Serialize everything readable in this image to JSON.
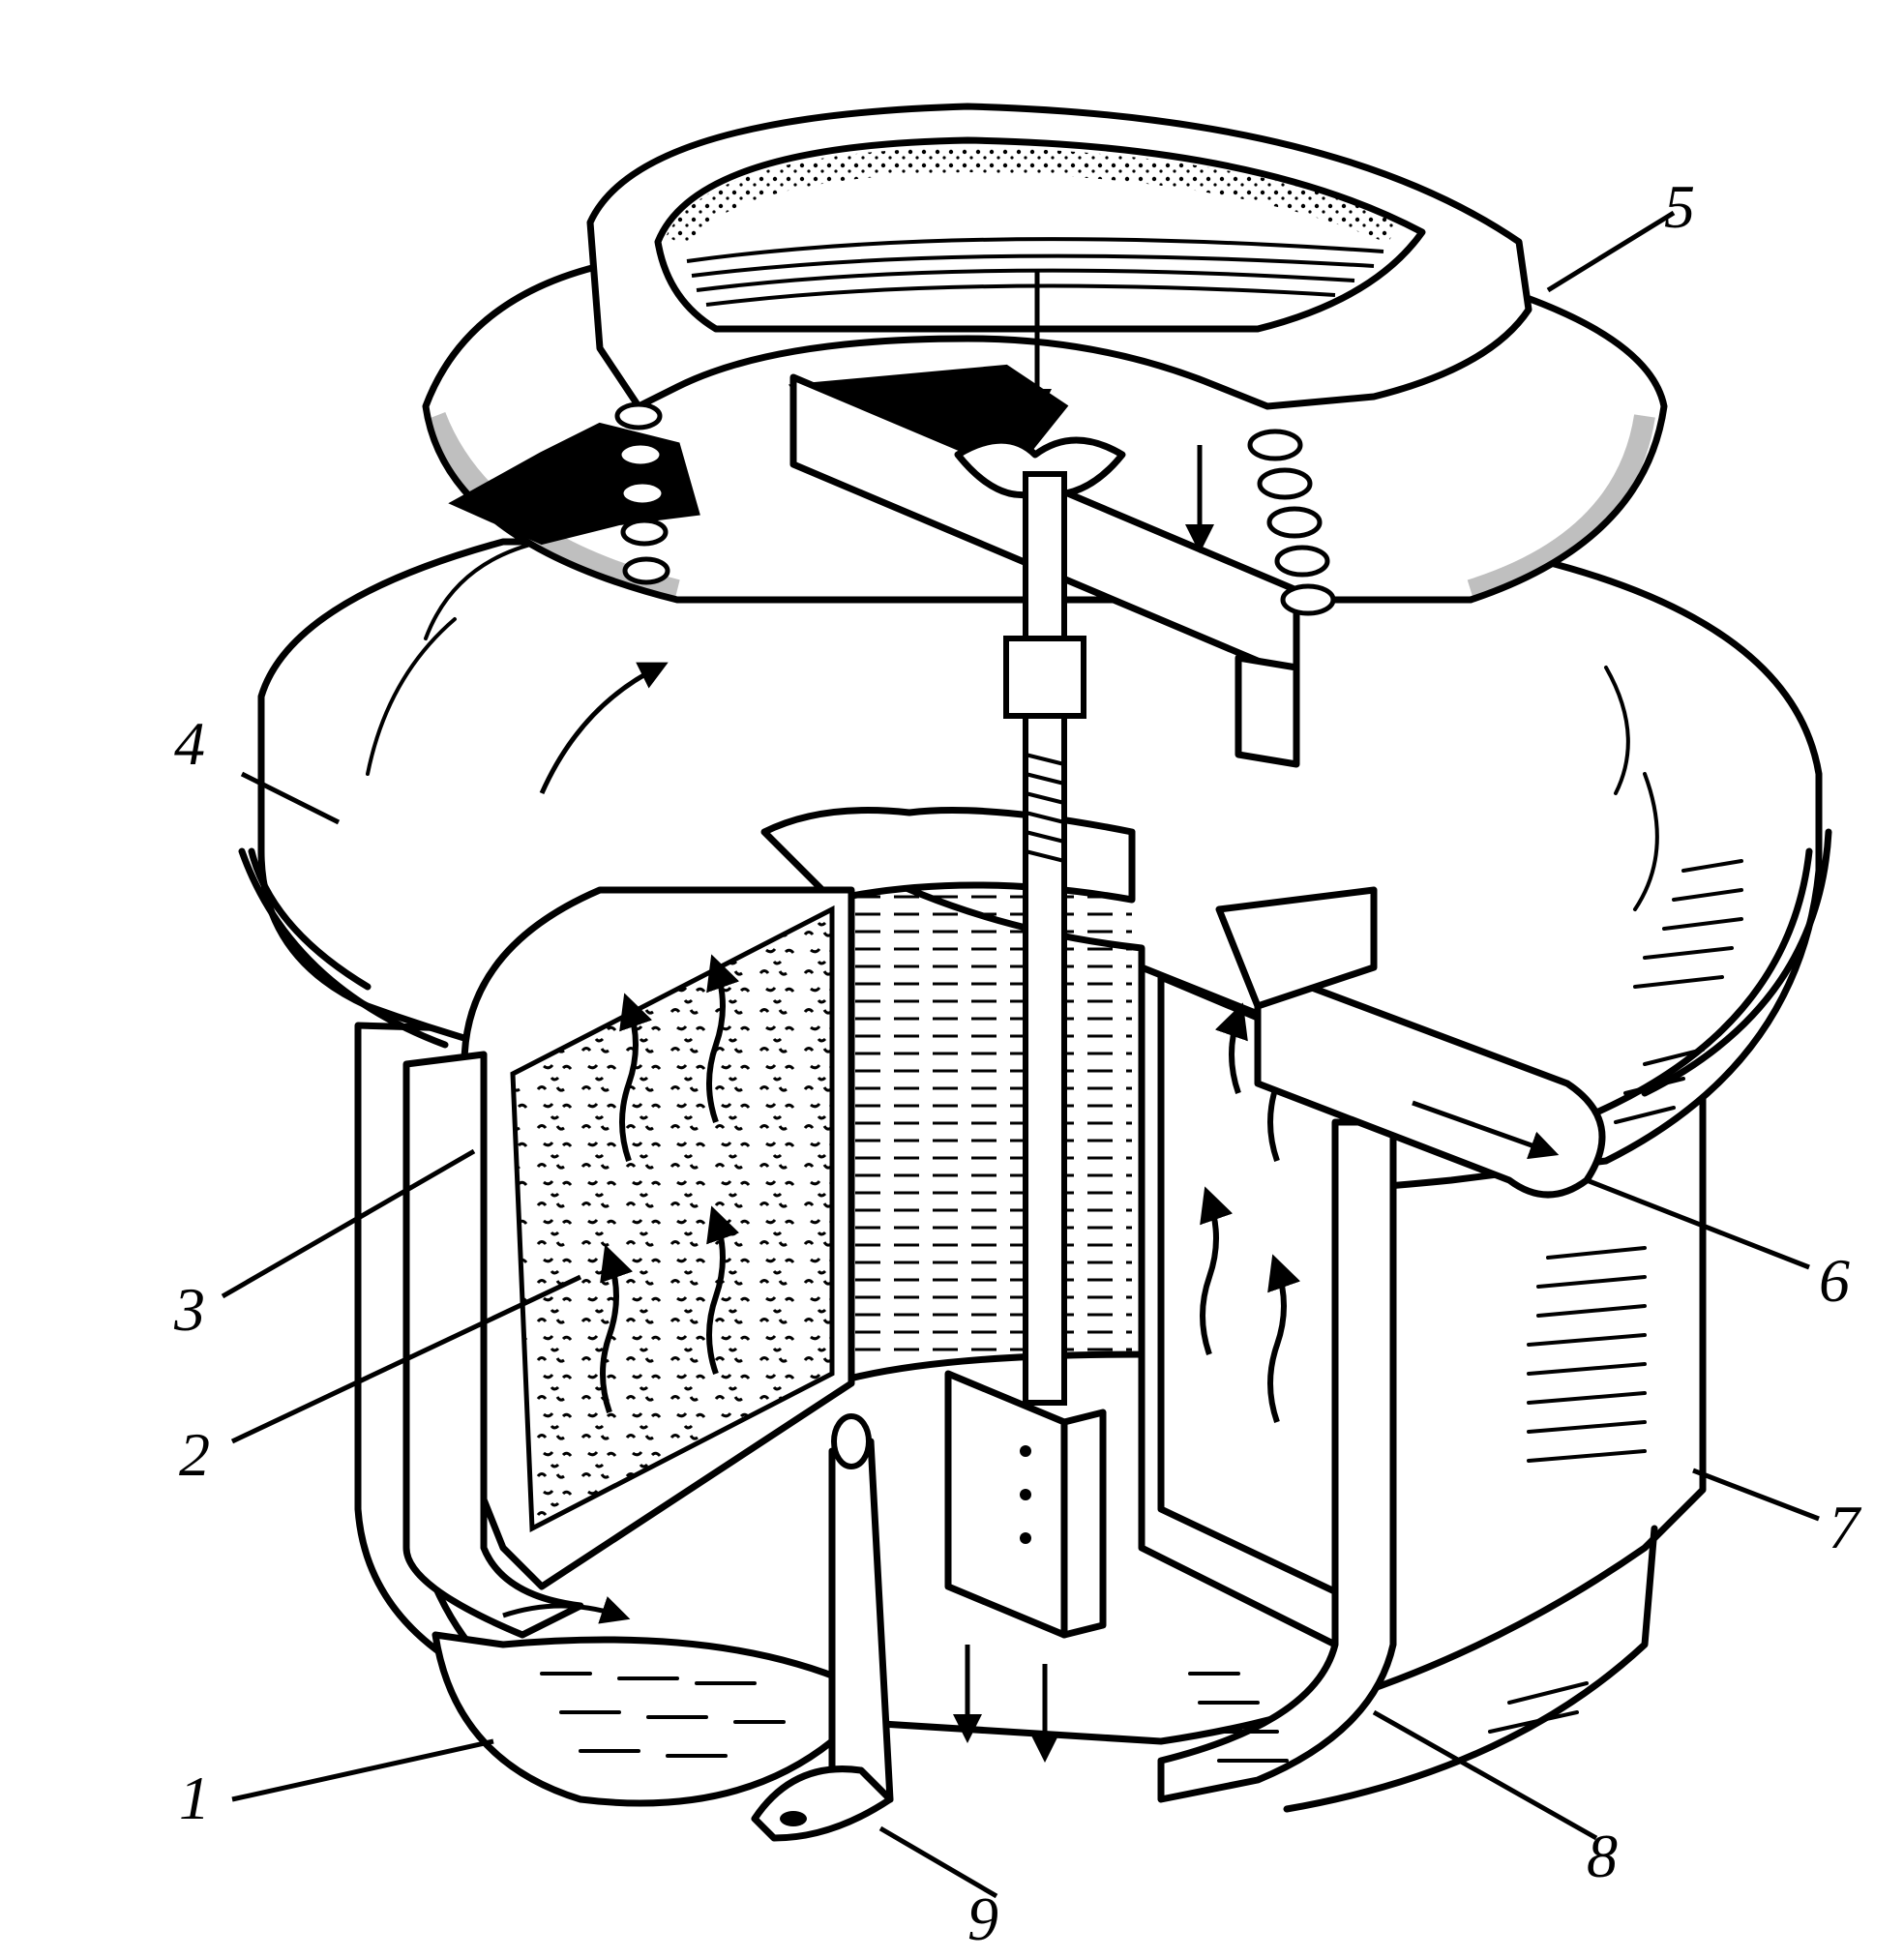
{
  "callouts": [
    {
      "id": "1",
      "text": "1"
    },
    {
      "id": "2",
      "text": "2"
    },
    {
      "id": "3",
      "text": "3"
    },
    {
      "id": "4",
      "text": "4"
    },
    {
      "id": "5",
      "text": "5"
    },
    {
      "id": "6",
      "text": "6"
    },
    {
      "id": "7",
      "text": "7"
    },
    {
      "id": "8",
      "text": "8"
    },
    {
      "id": "9",
      "text": "9"
    }
  ],
  "colors": {
    "ink": "#000000",
    "paper": "#ffffff"
  }
}
